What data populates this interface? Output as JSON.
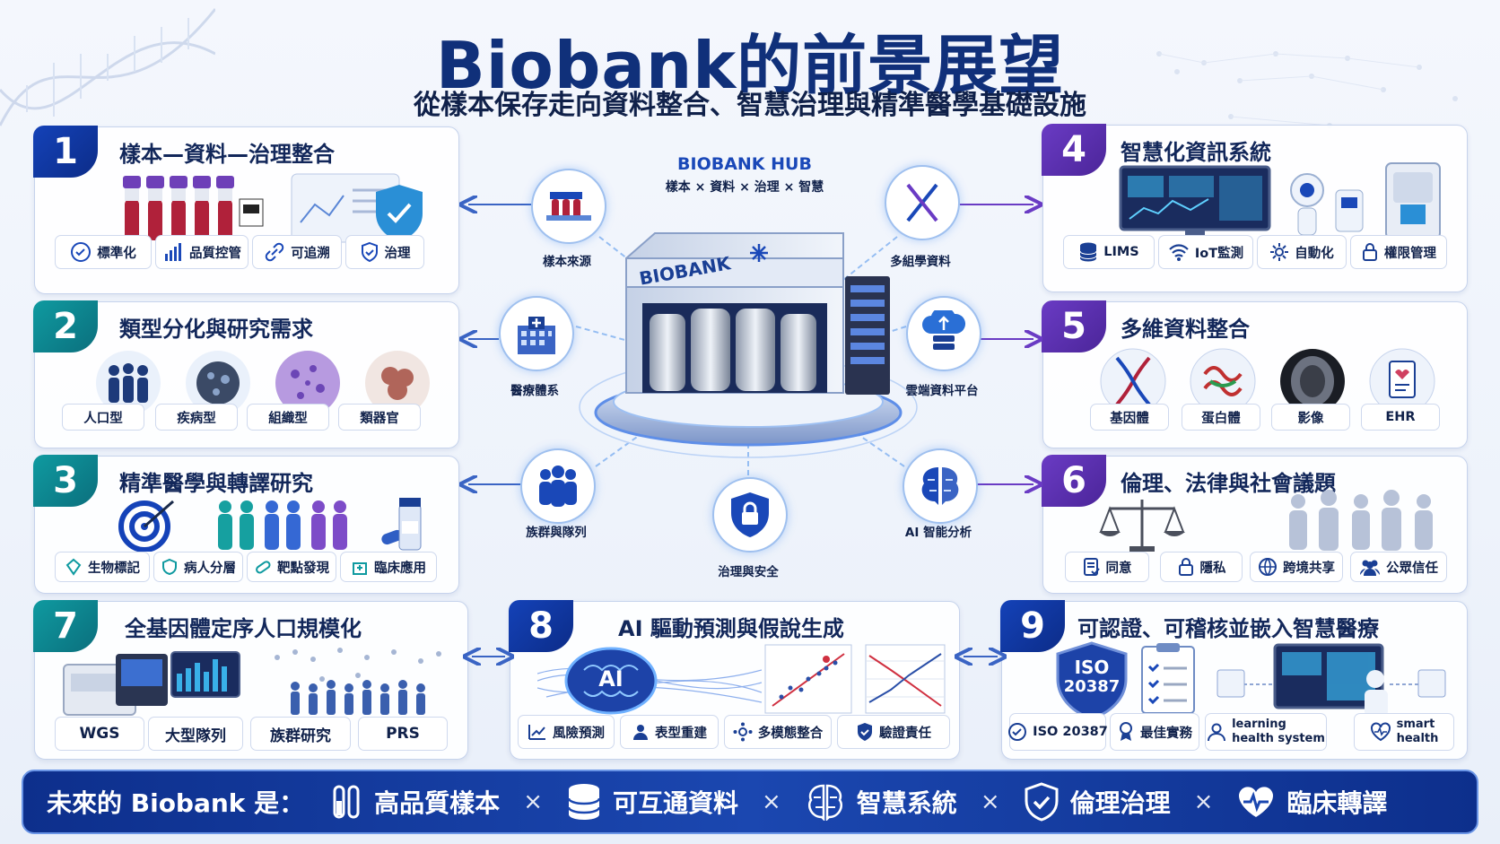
{
  "header": {
    "title": "Biobank的前景展望",
    "subtitle": "從樣本保存走向資料整合、智慧治理與精準醫學基礎設施"
  },
  "hub": {
    "title": "BIOBANK HUB",
    "subtitle": "樣本 × 資料 × 治理 × 智慧",
    "building_label": "BIOBANK",
    "nodes": [
      "樣本來源",
      "多組學資料",
      "醫療體系",
      "雲端資料平台",
      "族群與隊列",
      "AI 智能分析",
      "治理與安全"
    ]
  },
  "panels": {
    "p1": {
      "num": "1",
      "title": "樣本—資料—治理整合",
      "chips": [
        "標準化",
        "品質控管",
        "可追溯",
        "治理"
      ]
    },
    "p2": {
      "num": "2",
      "title": "類型分化與研究需求",
      "chips": [
        "人口型",
        "疾病型",
        "組織型",
        "類器官"
      ]
    },
    "p3": {
      "num": "3",
      "title": "精準醫學與轉譯研究",
      "chips": [
        "生物標記",
        "病人分層",
        "靶點發現",
        "臨床應用"
      ]
    },
    "p4": {
      "num": "4",
      "title": "智慧化資訊系統",
      "chips": [
        "LIMS",
        "IoT監測",
        "自動化",
        "權限管理"
      ]
    },
    "p5": {
      "num": "5",
      "title": "多維資料整合",
      "chips": [
        "基因體",
        "蛋白體",
        "影像",
        "EHR"
      ]
    },
    "p6": {
      "num": "6",
      "title": "倫理、法律與社會議題",
      "chips": [
        "同意",
        "隱私",
        "跨境共享",
        "公眾信任"
      ]
    },
    "p7": {
      "num": "7",
      "title": "全基因體定序人口規模化",
      "chips": [
        "WGS",
        "大型隊列",
        "族群研究",
        "PRS"
      ]
    },
    "p8": {
      "num": "8",
      "title": "AI 驅動預測與假說生成",
      "chips": [
        "風險預測",
        "表型重建",
        "多模態整合",
        "驗證責任"
      ],
      "ai_label": "AI"
    },
    "p9": {
      "num": "9",
      "title": "可認證、可稽核並嵌入智慧醫療",
      "iso_label_1": "ISO",
      "iso_label_2": "20387",
      "chips": [
        "ISO 20387",
        "最佳實務"
      ],
      "chip_lhs_1": "learning",
      "chip_lhs_2": "health system",
      "chip_sh_1": "smart",
      "chip_sh_2": "health"
    }
  },
  "footer": {
    "lead": "未來的 Biobank 是：",
    "items": [
      "高品質樣本",
      "可互通資料",
      "智慧系統",
      "倫理治理",
      "臨床轉譯"
    ],
    "separator": "×"
  },
  "colors": {
    "brand": "#10307a",
    "accent": "#1a48b8",
    "teal": "#0f9aa0",
    "purple": "#5a2fb0"
  }
}
